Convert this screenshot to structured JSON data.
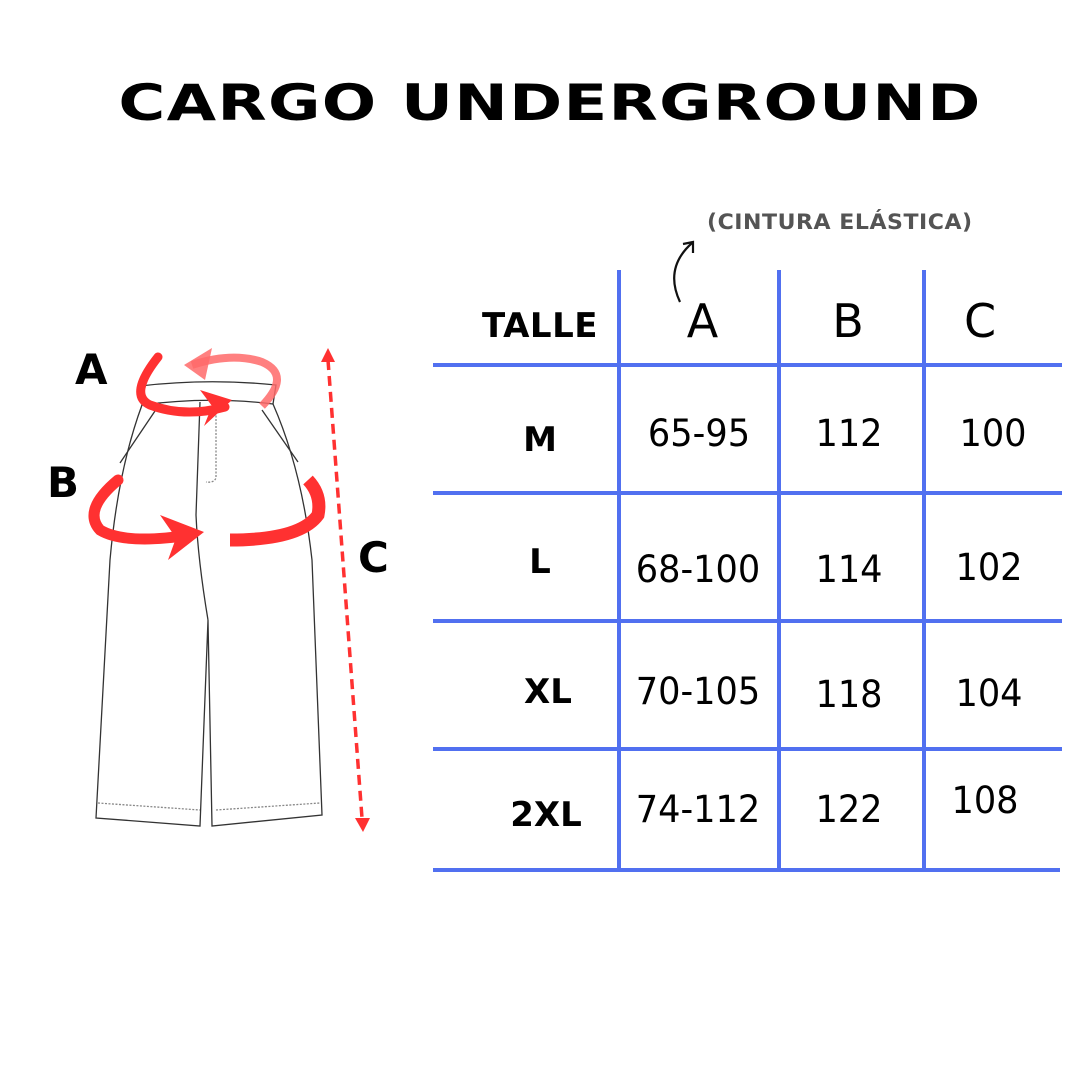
{
  "title": "CARGO UNDERGROUND",
  "note": "(CINTURA ELÁSTICA)",
  "diagram": {
    "labels": {
      "a": "A",
      "b": "B",
      "c": "C"
    },
    "icons": [
      "pants-outline-icon",
      "waist-circular-arrow-icon",
      "hip-circular-arrow-icon",
      "length-dashed-arrow-icon",
      "curved-arrow-icon"
    ],
    "accent_color": "#ff3131"
  },
  "table": {
    "header": {
      "size": "TALLE",
      "a": "A",
      "b": "B",
      "c": "C"
    },
    "rows": [
      {
        "size": "M",
        "a": "65-95",
        "b": "112",
        "c": "100"
      },
      {
        "size": "L",
        "a": "68-100",
        "b": "114",
        "c": "102"
      },
      {
        "size": "XL",
        "a": "70-105",
        "b": "118",
        "c": "104"
      },
      {
        "size": "2XL",
        "a": "74-112",
        "b": "122",
        "c": "108"
      }
    ],
    "line_color": "#5170f0"
  }
}
